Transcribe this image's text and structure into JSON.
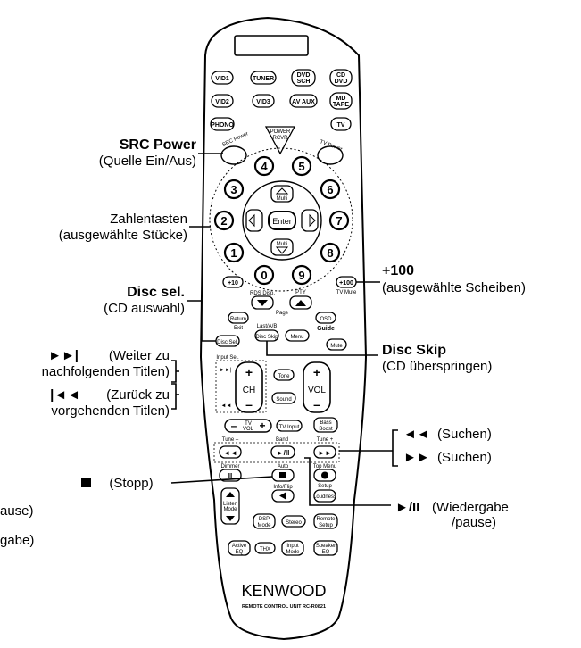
{
  "remote": {
    "brand": "KENWOOD",
    "model": "REMOTE CONTROL UNIT RC-R0821",
    "buttons": {
      "vid1": "VID1",
      "tuner": "TUNER",
      "dvd_sch_1": "DVD",
      "dvd_sch_2": "SCH",
      "cd_dvd_1": "CD",
      "cd_dvd_2": "DVD",
      "vid2": "VID2",
      "vid3": "VID3",
      "av_aux": "AV AUX",
      "md_tape_1": "MD",
      "md_tape_2": "TAPE",
      "phono": "PHONO",
      "tv": "TV",
      "power_rcvr_1": "POWER",
      "power_rcvr_2": "RCVR",
      "src_power": "SRC Power",
      "tv_power": "TV Power",
      "n1": "1",
      "n2": "2",
      "n3": "3",
      "n4": "4",
      "n5": "5",
      "n6": "6",
      "n7": "7",
      "n8": "8",
      "n9": "9",
      "n0": "0",
      "plus10": "+10",
      "plus100": "+100",
      "tv_mute": "TV Mute",
      "multi_up": "Multi",
      "multi_down": "Multi",
      "enter": "Enter",
      "rds_disp": "RDS Disp.",
      "pty": "PTY",
      "page": "Page",
      "return": "Return",
      "exit": "Exit",
      "last_ab": "Last/A/B",
      "osd": "OSD",
      "guide": "Guide",
      "disc_sel": "Disc Sel.",
      "disc_skip": "Disc Skip",
      "menu": "Menu",
      "mute": "Mute",
      "input_sel": "Input Sel.",
      "ch": "CH",
      "tone": "Tone",
      "sound": "Sound",
      "vol": "VOL",
      "tv_vol_1": "TV",
      "tv_vol_2": "VOL",
      "tv_input": "TV Input",
      "bass_boost_1": "Bass",
      "bass_boost_2": "Boost",
      "tune_minus": "Tune –",
      "band": "Band",
      "tune_plus": "Tune +",
      "dimmer": "Dimmer",
      "auto": "Auto",
      "top_menu": "Top Menu",
      "info_flip": "Info/Flip",
      "setup": "Setup",
      "loudness": "Loudness",
      "listen_mode_1": "Listen",
      "listen_mode_2": "Mode",
      "dsp_mode_1": "DSP",
      "dsp_mode_2": "Mode",
      "stereo": "Stereo",
      "remote_setup_1": "Remote",
      "remote_setup_2": "Setup",
      "active_eq_1": "Active",
      "active_eq_2": "EQ",
      "thx": "THX",
      "input_mode_1": "Input",
      "input_mode_2": "Mode",
      "speaker_eq_1": "Speaker",
      "speaker_eq_2": "EQ"
    }
  },
  "annotations": {
    "src_power_title": "SRC Power",
    "src_power_sub": "(Quelle Ein/Aus)",
    "zahlen_1": "Zahlentasten",
    "zahlen_2": "(ausgewählte Stücke)",
    "disc_sel_title": "Disc sel.",
    "disc_sel_sub": "(CD auswahl)",
    "weiter_1": "(Weiter zu",
    "weiter_2": "nachfolgenden Titlen)",
    "zurueck_1": "(Zurück zu",
    "zurueck_2": "vorgehenden Titlen)",
    "stopp": "(Stopp)",
    "pause_cut": "ause)",
    "gabe_cut": "gabe)",
    "plus100_title": "+100",
    "plus100_sub": "(ausgewählte Scheiben)",
    "disc_skip_title": "Disc Skip",
    "disc_skip_sub": "(CD überspringen)",
    "suchen_1": "(Suchen)",
    "suchen_2": "(Suchen)",
    "wiedergabe_1": "(Wiedergabe",
    "wiedergabe_2": "/pause)"
  }
}
